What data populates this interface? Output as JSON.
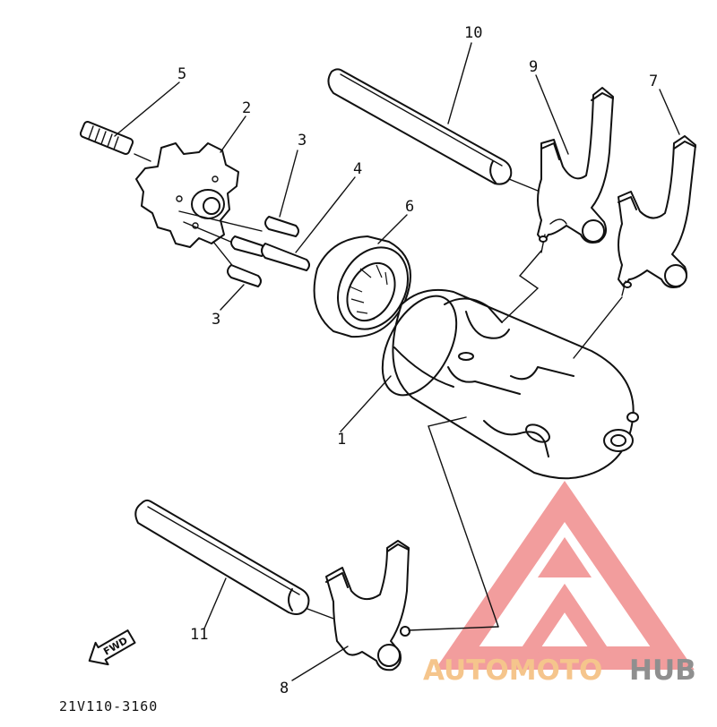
{
  "diagram": {
    "drawing_code": "21V110-3160",
    "forward_arrow_label": "FWD",
    "callouts": [
      {
        "id": "label-1",
        "text": "1"
      },
      {
        "id": "label-2",
        "text": "2"
      },
      {
        "id": "label-3a",
        "text": "3"
      },
      {
        "id": "label-3b",
        "text": "3"
      },
      {
        "id": "label-4",
        "text": "4"
      },
      {
        "id": "label-5",
        "text": "5"
      },
      {
        "id": "label-6",
        "text": "6"
      },
      {
        "id": "label-7",
        "text": "7"
      },
      {
        "id": "label-8",
        "text": "8"
      },
      {
        "id": "label-9",
        "text": "9"
      },
      {
        "id": "label-10",
        "text": "10"
      },
      {
        "id": "label-11",
        "text": "11"
      }
    ]
  },
  "watermark": {
    "part1": "AUTOMOTO",
    "part2": "HUB",
    "colors": {
      "triangle": "#f08c8c",
      "auto_text": "#f5c58c",
      "hub_text": "#8f8f8f"
    }
  }
}
